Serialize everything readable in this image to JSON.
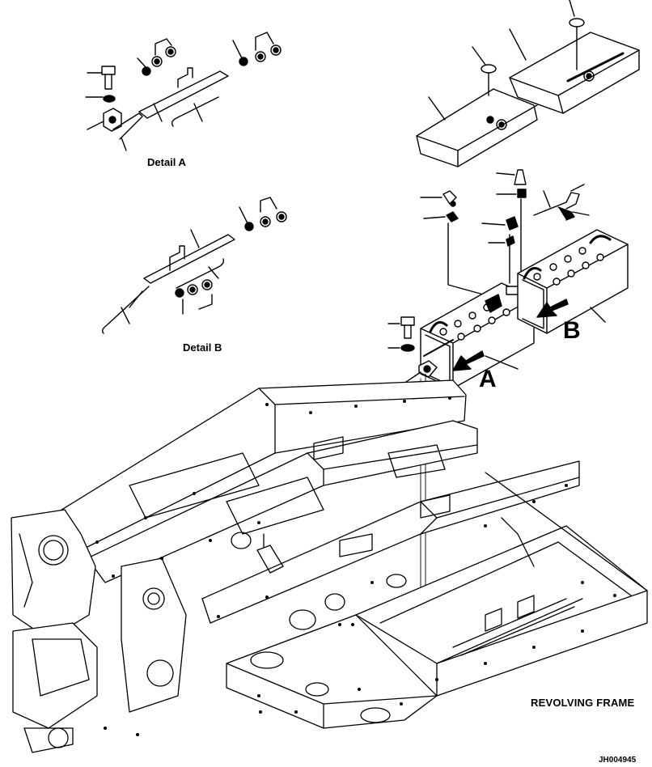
{
  "labels": {
    "detail_a": "Detail A",
    "detail_b": "Detail B",
    "callout_a": "A",
    "callout_b": "B",
    "frame": "REVOLVING FRAME",
    "drawing_code": "JH004945"
  },
  "colors": {
    "ink": "#000000",
    "paper": "#ffffff"
  }
}
